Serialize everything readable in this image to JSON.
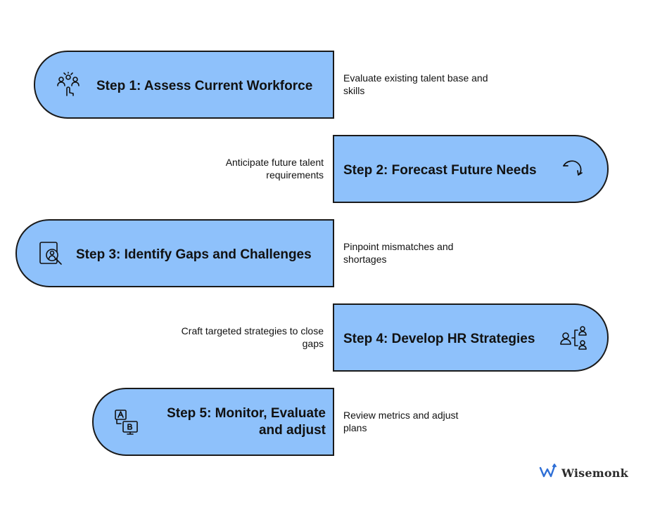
{
  "steps": [
    {
      "title": "Step 1: Assess Current Workforce",
      "description": "Evaluate existing talent base and skills",
      "icon": "people-click-icon"
    },
    {
      "title": "Step 2: Forecast Future Needs",
      "description": "Anticipate future talent requirements",
      "icon": "forecast-arrow-icon"
    },
    {
      "title": "Step 3: Identify Gaps and Challenges",
      "description": "Pinpoint mismatches and shortages",
      "icon": "magnifier-person-icon"
    },
    {
      "title": "Step 4: Develop HR Strategies",
      "description": "Craft targeted strategies to close gaps",
      "icon": "org-people-icon"
    },
    {
      "title_line1": "Step 5: Monitor, Evaluate",
      "title_line2": "and adjust",
      "description": "Review metrics and adjust plans",
      "icon": "ab-monitor-icon"
    }
  ],
  "brand": {
    "name": "Wisemonk",
    "icon": "wisemonk-logo-icon"
  },
  "colors": {
    "box_fill": "#8ec1fb",
    "outline": "#1a1a1a"
  }
}
